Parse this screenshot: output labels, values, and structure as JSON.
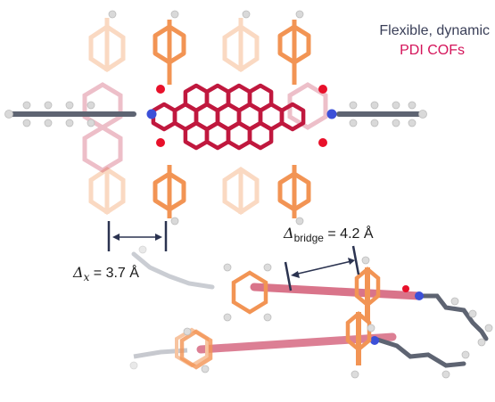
{
  "title": {
    "line1": "Flexible, dynamic",
    "line2": "PDI COFs"
  },
  "labels": {
    "delta_x": {
      "symbol": "Δ",
      "subscript": "x",
      "value": "= 3.7 Å"
    },
    "delta_bridge": {
      "symbol": "Δ",
      "subscript": "bridge",
      "value": "= 4.2 Å"
    }
  },
  "colors": {
    "core": "#c0183e",
    "phenyl": "#f29454",
    "nitrogen": "#3c50d8",
    "oxygen": "#e8102a",
    "alkyl": "#5e6472",
    "hydrogen": "#dcdcdc",
    "title_dark": "#3a3f58",
    "title_accent": "#d4145a"
  },
  "icons": {
    "top_molecule": "pdi-top-view-molecule-icon",
    "stacked_molecules": "pdi-stacked-side-view-icon"
  }
}
